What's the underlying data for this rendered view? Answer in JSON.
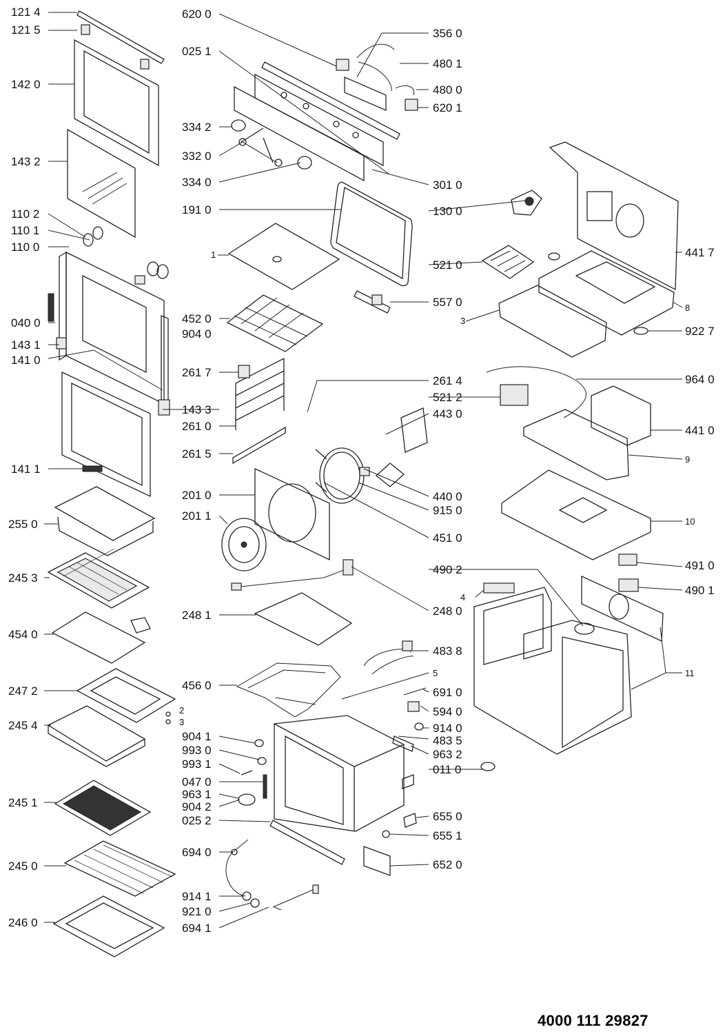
{
  "document_number": "4000 111 29827",
  "labels": {
    "l1214": "121 4",
    "l1215": "121 5",
    "l1420": "142 0",
    "l1432": "143 2",
    "l1102": "110 2",
    "l1101": "110 1",
    "l1100": "110 0",
    "l0400": "040 0",
    "l1431": "143 1",
    "l1410": "141 0",
    "l1411": "141 1",
    "l2550": "255 0",
    "l2453": "245 3",
    "l4540": "454 0",
    "l2472": "247 2",
    "l2454": "245 4",
    "l2451": "245 1",
    "l2450": "245 0",
    "l2460": "246 0",
    "l6200": "620 0",
    "l0251": "025 1",
    "l3342": "334 2",
    "l3320": "332 0",
    "l3340": "334 0",
    "l1910": "191 0",
    "l1": "1",
    "l4520": "452 0",
    "l9040": "904 0",
    "l2617": "261 7",
    "l1433": "143 3",
    "l2610": "261 0",
    "l2615": "261 5",
    "l2010": "201 0",
    "l2011": "201 1",
    "l2481": "248 1",
    "l4560": "456 0",
    "l9041": "904 1",
    "l9930": "993 0",
    "l9931": "993 1",
    "l0470": "047 0",
    "l9631": "963 1",
    "l9042": "904 2",
    "l0252": "025 2",
    "l6940": "694 0",
    "l9141": "914 1",
    "l9210": "921 0",
    "l6941": "694 1",
    "l2": "2",
    "l3": "3",
    "l3560": "356 0",
    "l4801": "480 1",
    "l4800": "480 0",
    "l6201": "620 1",
    "l3010": "301 0",
    "l1300": "130 0",
    "l5210": "521 0",
    "l5570": "557 0",
    "l3b": "3",
    "l2614": "261 4",
    "l5212": "521 2",
    "l4430": "443 0",
    "l4400": "440 0",
    "l9150": "915 0",
    "l4510": "451 0",
    "l4902": "490 2",
    "l2480": "248 0",
    "l4838": "483 8",
    "l5": "5",
    "l6910": "691 0",
    "l5940": "594 0",
    "l9140": "914 0",
    "l4835": "483 5",
    "l9632": "963 2",
    "l0110": "011 0",
    "l6550": "655 0",
    "l6551": "655 1",
    "l6520": "652 0",
    "l4417": "441 7",
    "l8": "8",
    "l9227": "922 7",
    "l9640": "964 0",
    "l4410": "441 0",
    "l9": "9",
    "l10": "10",
    "l4910": "491 0",
    "l4901": "490 1",
    "l4": "4",
    "l11": "11"
  }
}
